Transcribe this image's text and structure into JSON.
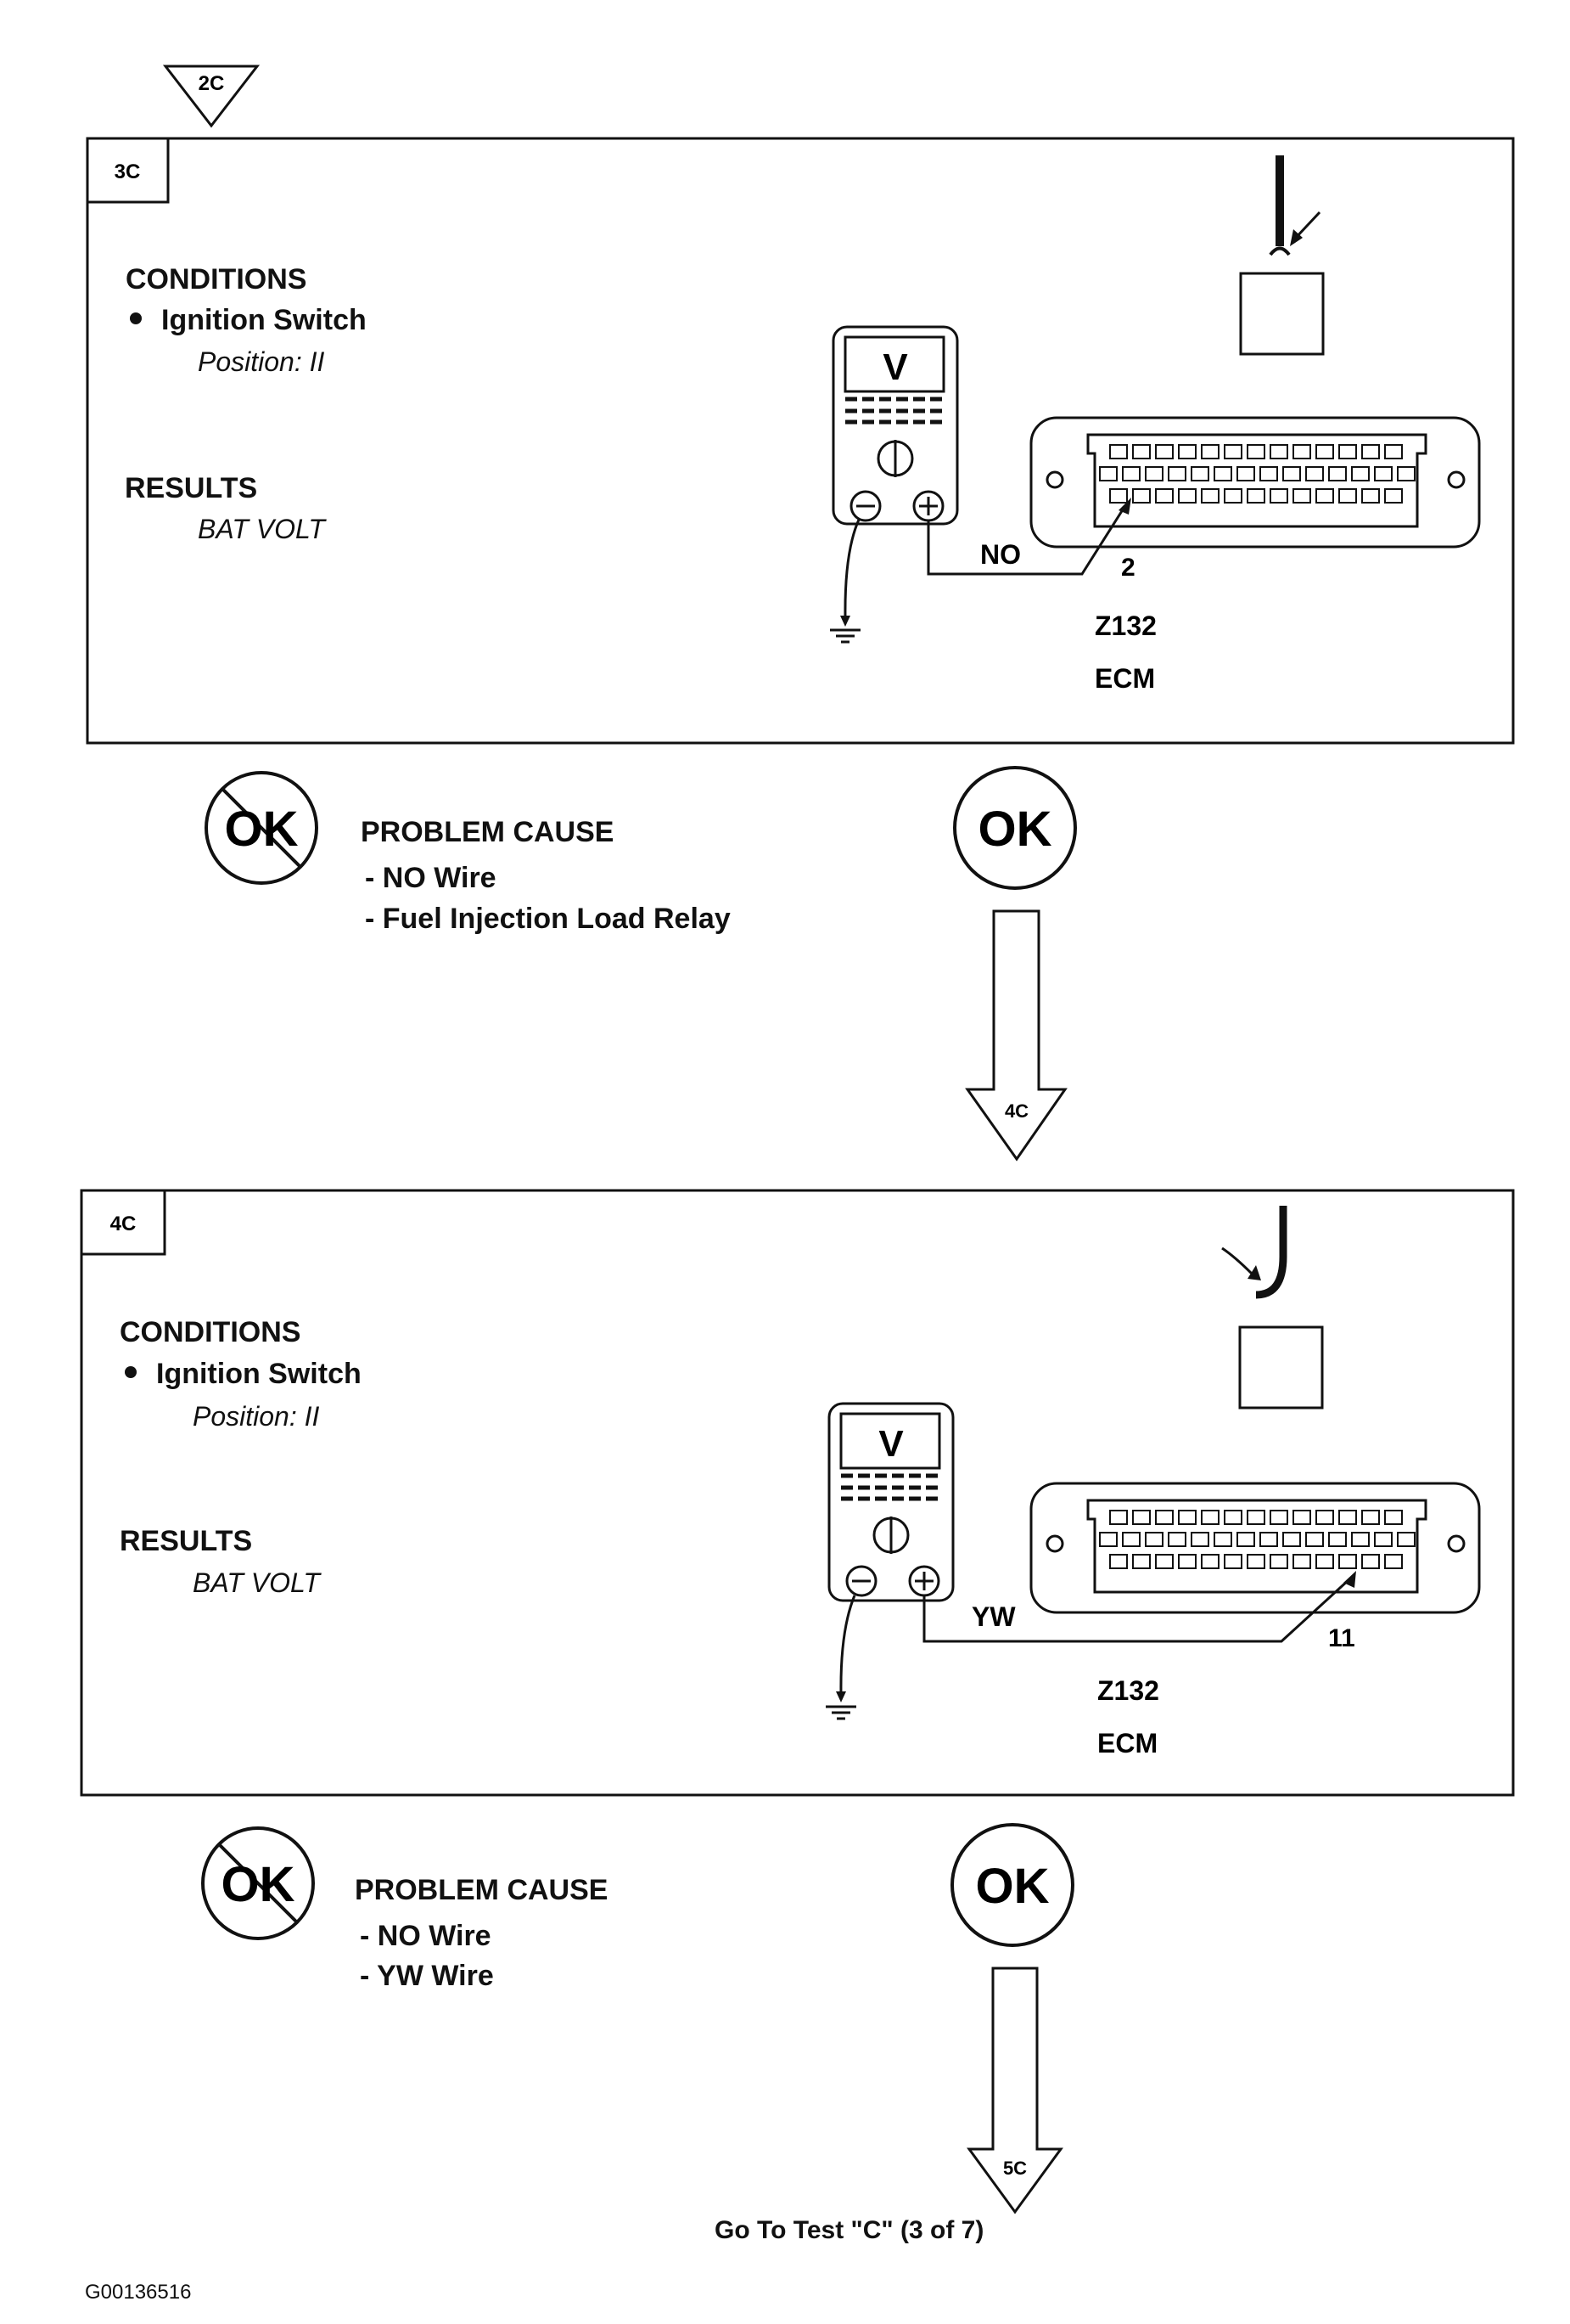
{
  "top_connector": "2C",
  "panels": [
    {
      "step": "3C",
      "conditions_heading": "CONDITIONS",
      "condition_item": "Ignition Switch",
      "condition_detail": "Position: II",
      "results_heading": "RESULTS",
      "results_value": "BAT VOLT",
      "meter_label": "V",
      "wire_label": "NO",
      "pin_label": "2",
      "connector_id": "Z132",
      "connector_name": "ECM"
    },
    {
      "step": "4C",
      "conditions_heading": "CONDITIONS",
      "condition_item": "Ignition Switch",
      "condition_detail": "Position: II",
      "results_heading": "RESULTS",
      "results_value": "BAT VOLT",
      "meter_label": "V",
      "wire_label": "YW",
      "pin_label": "11",
      "connector_id": "Z132",
      "connector_name": "ECM"
    }
  ],
  "outcomes": [
    {
      "not_ok_label": "OK",
      "problem_heading": "PROBLEM CAUSE",
      "causes": [
        "- NO Wire",
        "- Fuel Injection Load Relay"
      ],
      "ok_label": "OK",
      "next_step": "4C"
    },
    {
      "not_ok_label": "OK",
      "problem_heading": "PROBLEM CAUSE",
      "causes": [
        "- NO Wire",
        "- YW Wire"
      ],
      "ok_label": "OK",
      "next_step": "5C"
    }
  ],
  "footer_text": "Go To Test \"C\" (3 of 7)",
  "figure_id": "G00136516"
}
